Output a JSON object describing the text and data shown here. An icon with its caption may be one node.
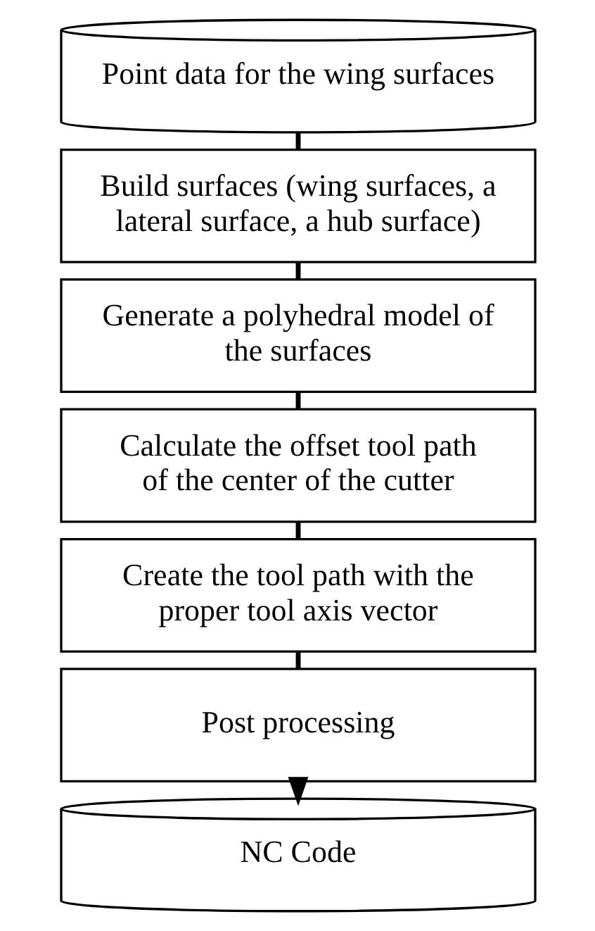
{
  "diagram": {
    "nodes": [
      {
        "text": [
          "Point data for the wing surfaces"
        ]
      },
      {
        "text": [
          "Build surfaces (wing surfaces, a lateral surface, a hub surface)"
        ]
      },
      {
        "text": [
          "Generate a polyhedral model of the surfaces"
        ]
      },
      {
        "text": [
          "Calculate the offset tool path of the center of the cutter"
        ]
      },
      {
        "text": [
          "Create the tool path with the proper tool axis vector"
        ]
      },
      {
        "text": [
          "Post processing"
        ]
      },
      {
        "text": [
          "NC Code"
        ]
      }
    ],
    "edges": [
      {
        "from": 0,
        "to": 1,
        "arrow": "none"
      },
      {
        "from": 1,
        "to": 2,
        "arrow": "none"
      },
      {
        "from": 2,
        "to": 3,
        "arrow": "none"
      },
      {
        "from": 3,
        "to": 4,
        "arrow": "none"
      },
      {
        "from": 4,
        "to": 5,
        "arrow": "none"
      },
      {
        "from": 5,
        "to": 6,
        "arrow": "to"
      }
    ]
  }
}
